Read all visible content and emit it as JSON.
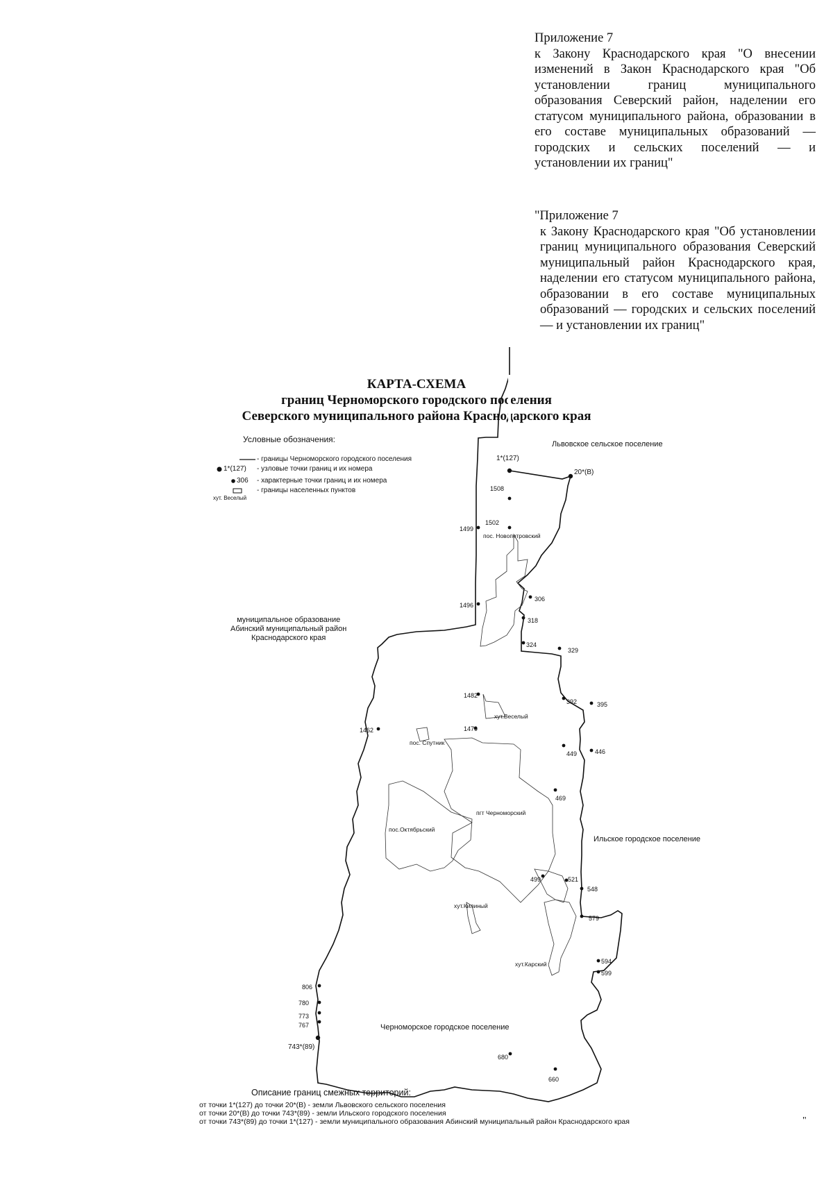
{
  "header": {
    "appendix_1": {
      "first_line": "Приложение 7",
      "body": "к Закону Краснодарского края \"О внесении изменений в Закон Краснодарского края \"Об установлении границ муниципального образования Северский район, наделении его статусом муниципального района, образовании в его составе муниципальных образований — городских и сельских поселений — и установлении их границ\""
    },
    "appendix_2": {
      "first_line": "\"Приложение 7",
      "body": "к Закону Краснодарского края \"Об установлении границ муниципального образования Северский муниципальный район Краснодарского края, наделении его статусом муниципального района, образовании в его составе муниципальных образований — городских и сельских поселений — и установлении их границ\""
    }
  },
  "title": {
    "line1": "КАРТА-СХЕМА",
    "line2": "границ Черноморского городского поселения",
    "line3": "Северского муниципального района Краснодарского края"
  },
  "legend": {
    "heading": "Условные обозначения:",
    "items": [
      {
        "symbol": "",
        "text": "- границы Черноморского городского поселения"
      },
      {
        "symbol": "1*(127)",
        "text": "- узловые точки границ и их номера"
      },
      {
        "symbol": "306",
        "text": "- характерные точки границ и их номера"
      },
      {
        "symbol": "хут. Веселый",
        "text": "- границы населенных пунктов"
      }
    ]
  },
  "map": {
    "regions": {
      "north": "Львовское сельское поселение",
      "west": "муниципальное образование\nАбинский муниципальный район\nКраснодарского края",
      "east": "Ильское городское поселение",
      "center": "Черноморское городское поселение"
    },
    "settlements": [
      {
        "id": "novopetrovsky",
        "label": "пос. Новопетровский"
      },
      {
        "id": "vesely",
        "label": "хут.Веселый"
      },
      {
        "id": "sputnik",
        "label": "пос. Спутник"
      },
      {
        "id": "oktyabrsky",
        "label": "пос.Октябрьский"
      },
      {
        "id": "chernomorsky",
        "label": "пгт Черноморский"
      },
      {
        "id": "kiliyny",
        "label": "хут.Килиный"
      },
      {
        "id": "karsky",
        "label": "хут.Карский"
      }
    ],
    "points": [
      {
        "id": "p1",
        "label": "1*(127)",
        "node": true
      },
      {
        "id": "p20",
        "label": "20*(В)",
        "node": true
      },
      {
        "id": "p1508",
        "label": "1508"
      },
      {
        "id": "p1502",
        "label": "1502"
      },
      {
        "id": "p1499",
        "label": "1499"
      },
      {
        "id": "p306",
        "label": "306"
      },
      {
        "id": "p318",
        "label": "318"
      },
      {
        "id": "p1496",
        "label": "1496"
      },
      {
        "id": "p324",
        "label": "324"
      },
      {
        "id": "p329",
        "label": "329"
      },
      {
        "id": "p1482",
        "label": "1482"
      },
      {
        "id": "p392",
        "label": "392"
      },
      {
        "id": "p395",
        "label": "395"
      },
      {
        "id": "p1462",
        "label": "1462"
      },
      {
        "id": "p1479",
        "label": "1479"
      },
      {
        "id": "p449",
        "label": "449"
      },
      {
        "id": "p446",
        "label": "446"
      },
      {
        "id": "p469",
        "label": "469"
      },
      {
        "id": "p499",
        "label": "499"
      },
      {
        "id": "p521",
        "label": "521"
      },
      {
        "id": "p548",
        "label": "548"
      },
      {
        "id": "p579",
        "label": "579"
      },
      {
        "id": "p594",
        "label": "594"
      },
      {
        "id": "p599",
        "label": "599"
      },
      {
        "id": "p806",
        "label": "806"
      },
      {
        "id": "p780",
        "label": "780"
      },
      {
        "id": "p773",
        "label": "773"
      },
      {
        "id": "p767",
        "label": "767"
      },
      {
        "id": "p743",
        "label": "743*(89)",
        "node": true
      },
      {
        "id": "p680",
        "label": "680"
      },
      {
        "id": "p660",
        "label": "660"
      }
    ]
  },
  "description": {
    "heading": "Описание границ смежных территорий:",
    "lines": [
      "от точки 1*(127) до точки 20*(В) - земли Львовского сельского поселения",
      "от точки 20*(В) до точки 743*(89) - земли Ильского городского поселения",
      "от точки 743*(89) до точки 1*(127) - земли муниципального образования Абинский муниципальный район Краснодарского края"
    ],
    "closing_quote": "\""
  }
}
